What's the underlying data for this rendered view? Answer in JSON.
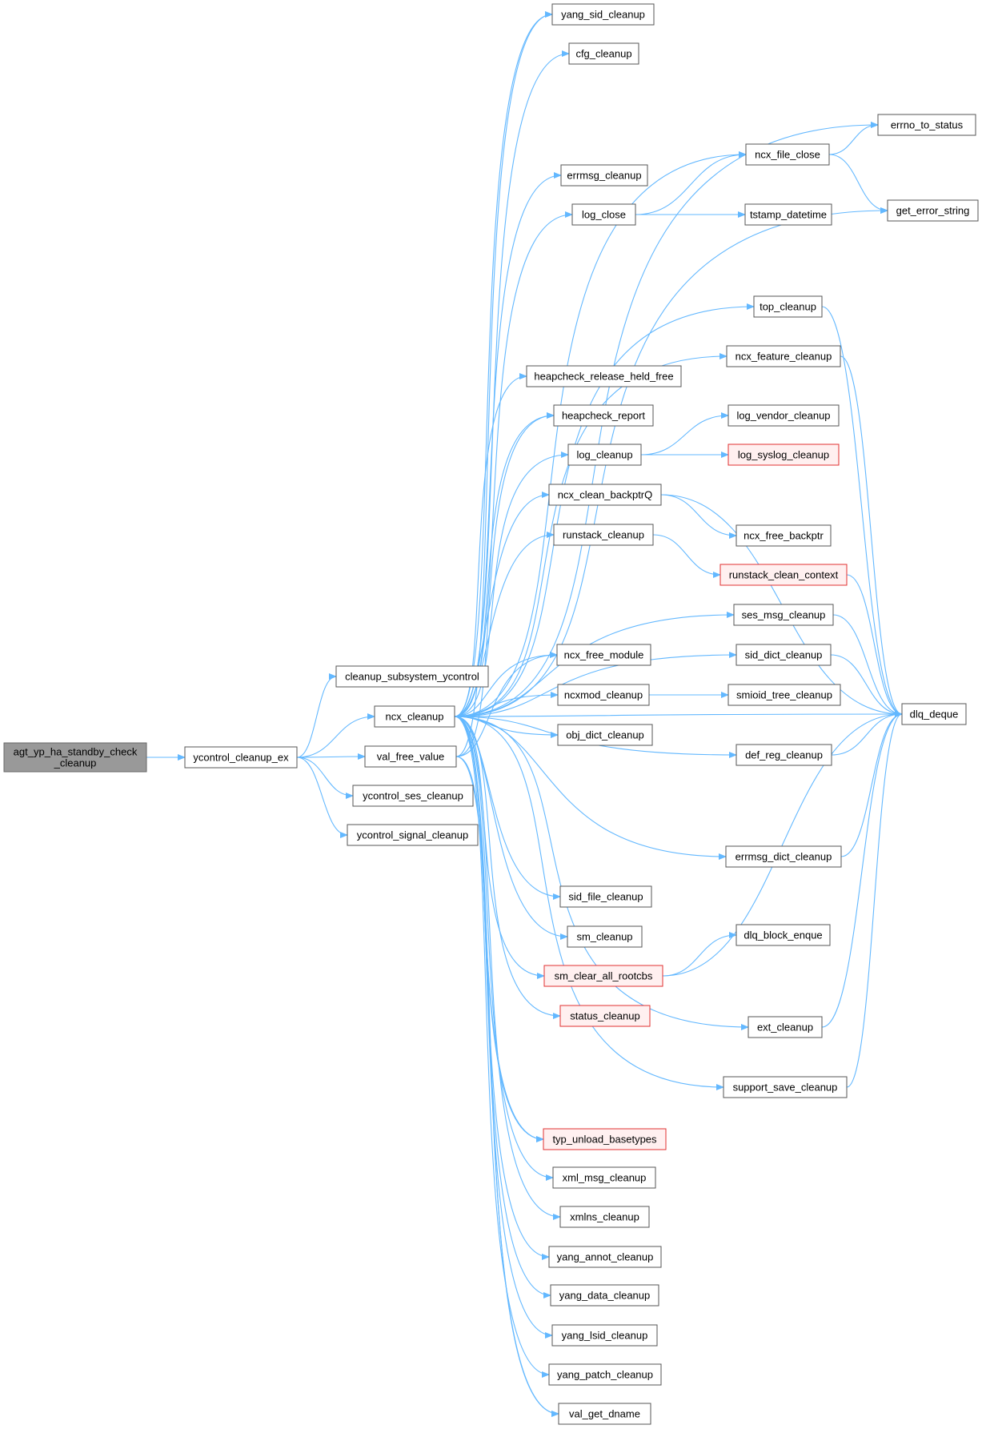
{
  "colors": {
    "edge": "#63b8ff",
    "node_border": "#555555",
    "root_fill": "#999999",
    "truncated_border": "#e03030",
    "truncated_fill": "#fff0f0"
  },
  "nodes": {
    "agt_yp_ha_standby_check_cleanup": [
      "agt_yp_ha_standby_check",
      "_cleanup"
    ],
    "ycontrol_cleanup_ex": "ycontrol_cleanup_ex",
    "cleanup_subsystem_ycontrol": "cleanup_subsystem_ycontrol",
    "ncx_cleanup": "ncx_cleanup",
    "val_free_value": "val_free_value",
    "ycontrol_ses_cleanup": "ycontrol_ses_cleanup",
    "ycontrol_signal_cleanup": "ycontrol_signal_cleanup",
    "yang_sid_cleanup": "yang_sid_cleanup",
    "cfg_cleanup": "cfg_cleanup",
    "errno_to_status": "errno_to_status",
    "ncx_file_close": "ncx_file_close",
    "errmsg_cleanup": "errmsg_cleanup",
    "log_close": "log_close",
    "tstamp_datetime": "tstamp_datetime",
    "get_error_string": "get_error_string",
    "top_cleanup": "top_cleanup",
    "ncx_feature_cleanup": "ncx_feature_cleanup",
    "heapcheck_release_held_free": "heapcheck_release_held_free",
    "heapcheck_report": "heapcheck_report",
    "log_cleanup": "log_cleanup",
    "log_vendor_cleanup": "log_vendor_cleanup",
    "log_syslog_cleanup": "log_syslog_cleanup",
    "ncx_clean_backptrQ": "ncx_clean_backptrQ",
    "ncx_free_backptr": "ncx_free_backptr",
    "runstack_cleanup": "runstack_cleanup",
    "runstack_clean_context": "runstack_clean_context",
    "ses_msg_cleanup": "ses_msg_cleanup",
    "sid_dict_cleanup": "sid_dict_cleanup",
    "ncx_free_module": "ncx_free_module",
    "ncxmod_cleanup": "ncxmod_cleanup",
    "smioid_tree_cleanup": "smioid_tree_cleanup",
    "dlq_deque": "dlq_deque",
    "obj_dict_cleanup": "obj_dict_cleanup",
    "def_reg_cleanup": "def_reg_cleanup",
    "errmsg_dict_cleanup": "errmsg_dict_cleanup",
    "sid_file_cleanup": "sid_file_cleanup",
    "sm_cleanup": "sm_cleanup",
    "dlq_block_enque": "dlq_block_enque",
    "sm_clear_all_rootcbs": "sm_clear_all_rootcbs",
    "status_cleanup": "status_cleanup",
    "ext_cleanup": "ext_cleanup",
    "support_save_cleanup": "support_save_cleanup",
    "typ_unload_basetypes": "typ_unload_basetypes",
    "xml_msg_cleanup": "xml_msg_cleanup",
    "xmlns_cleanup": "xmlns_cleanup",
    "yang_annot_cleanup": "yang_annot_cleanup",
    "yang_data_cleanup": "yang_data_cleanup",
    "yang_lsid_cleanup": "yang_lsid_cleanup",
    "yang_patch_cleanup": "yang_patch_cleanup",
    "val_get_dname": "val_get_dname"
  },
  "edges": [
    [
      "agt_yp_ha_standby_check_cleanup",
      "ycontrol_cleanup_ex"
    ],
    [
      "ycontrol_cleanup_ex",
      "cleanup_subsystem_ycontrol"
    ],
    [
      "ycontrol_cleanup_ex",
      "ncx_cleanup"
    ],
    [
      "ycontrol_cleanup_ex",
      "val_free_value"
    ],
    [
      "ycontrol_cleanup_ex",
      "ycontrol_ses_cleanup"
    ],
    [
      "ycontrol_cleanup_ex",
      "ycontrol_signal_cleanup"
    ],
    [
      "ncx_cleanup",
      "yang_sid_cleanup"
    ],
    [
      "ncx_cleanup",
      "cfg_cleanup"
    ],
    [
      "ncx_cleanup",
      "errno_to_status"
    ],
    [
      "ncx_cleanup",
      "ncx_file_close"
    ],
    [
      "ncx_cleanup",
      "errmsg_cleanup"
    ],
    [
      "ncx_cleanup",
      "log_close"
    ],
    [
      "ncx_cleanup",
      "get_error_string"
    ],
    [
      "ncx_cleanup",
      "top_cleanup"
    ],
    [
      "ncx_cleanup",
      "ncx_feature_cleanup"
    ],
    [
      "ncx_cleanup",
      "heapcheck_release_held_free"
    ],
    [
      "ncx_cleanup",
      "heapcheck_report"
    ],
    [
      "ncx_cleanup",
      "log_cleanup"
    ],
    [
      "ncx_cleanup",
      "ncx_clean_backptrQ"
    ],
    [
      "ncx_cleanup",
      "runstack_cleanup"
    ],
    [
      "ncx_cleanup",
      "ses_msg_cleanup"
    ],
    [
      "ncx_cleanup",
      "sid_dict_cleanup"
    ],
    [
      "ncx_cleanup",
      "ncx_free_module"
    ],
    [
      "ncx_cleanup",
      "ncxmod_cleanup"
    ],
    [
      "ncx_cleanup",
      "obj_dict_cleanup"
    ],
    [
      "ncx_cleanup",
      "def_reg_cleanup"
    ],
    [
      "ncx_cleanup",
      "dlq_deque"
    ],
    [
      "ncx_cleanup",
      "errmsg_dict_cleanup"
    ],
    [
      "ncx_cleanup",
      "sid_file_cleanup"
    ],
    [
      "ncx_cleanup",
      "sm_cleanup"
    ],
    [
      "ncx_cleanup",
      "sm_clear_all_rootcbs"
    ],
    [
      "ncx_cleanup",
      "status_cleanup"
    ],
    [
      "ncx_cleanup",
      "ext_cleanup"
    ],
    [
      "ncx_cleanup",
      "support_save_cleanup"
    ],
    [
      "ncx_cleanup",
      "typ_unload_basetypes"
    ],
    [
      "ncx_cleanup",
      "xml_msg_cleanup"
    ],
    [
      "ncx_cleanup",
      "xmlns_cleanup"
    ],
    [
      "ncx_cleanup",
      "yang_annot_cleanup"
    ],
    [
      "ncx_cleanup",
      "yang_data_cleanup"
    ],
    [
      "ncx_cleanup",
      "yang_lsid_cleanup"
    ],
    [
      "ncx_cleanup",
      "yang_patch_cleanup"
    ],
    [
      "ncx_cleanup",
      "val_get_dname"
    ],
    [
      "val_free_value",
      "yang_sid_cleanup"
    ],
    [
      "val_free_value",
      "heapcheck_report"
    ],
    [
      "val_free_value",
      "ncx_free_module"
    ],
    [
      "val_free_value",
      "typ_unload_basetypes"
    ],
    [
      "val_free_value",
      "val_get_dname"
    ],
    [
      "ncx_file_close",
      "errno_to_status"
    ],
    [
      "ncx_file_close",
      "get_error_string"
    ],
    [
      "log_close",
      "ncx_file_close"
    ],
    [
      "log_close",
      "tstamp_datetime"
    ],
    [
      "top_cleanup",
      "dlq_deque"
    ],
    [
      "ncx_feature_cleanup",
      "dlq_deque"
    ],
    [
      "log_cleanup",
      "log_vendor_cleanup"
    ],
    [
      "log_cleanup",
      "log_syslog_cleanup"
    ],
    [
      "ncx_clean_backptrQ",
      "dlq_deque"
    ],
    [
      "ncx_clean_backptrQ",
      "ncx_free_backptr"
    ],
    [
      "runstack_cleanup",
      "runstack_clean_context"
    ],
    [
      "runstack_clean_context",
      "dlq_deque"
    ],
    [
      "ses_msg_cleanup",
      "dlq_deque"
    ],
    [
      "sid_dict_cleanup",
      "dlq_deque"
    ],
    [
      "ncxmod_cleanup",
      "smioid_tree_cleanup"
    ],
    [
      "def_reg_cleanup",
      "dlq_deque"
    ],
    [
      "errmsg_dict_cleanup",
      "dlq_deque"
    ],
    [
      "sm_clear_all_rootcbs",
      "dlq_block_enque"
    ],
    [
      "sm_clear_all_rootcbs",
      "dlq_deque"
    ],
    [
      "ext_cleanup",
      "dlq_deque"
    ],
    [
      "support_save_cleanup",
      "dlq_deque"
    ]
  ]
}
